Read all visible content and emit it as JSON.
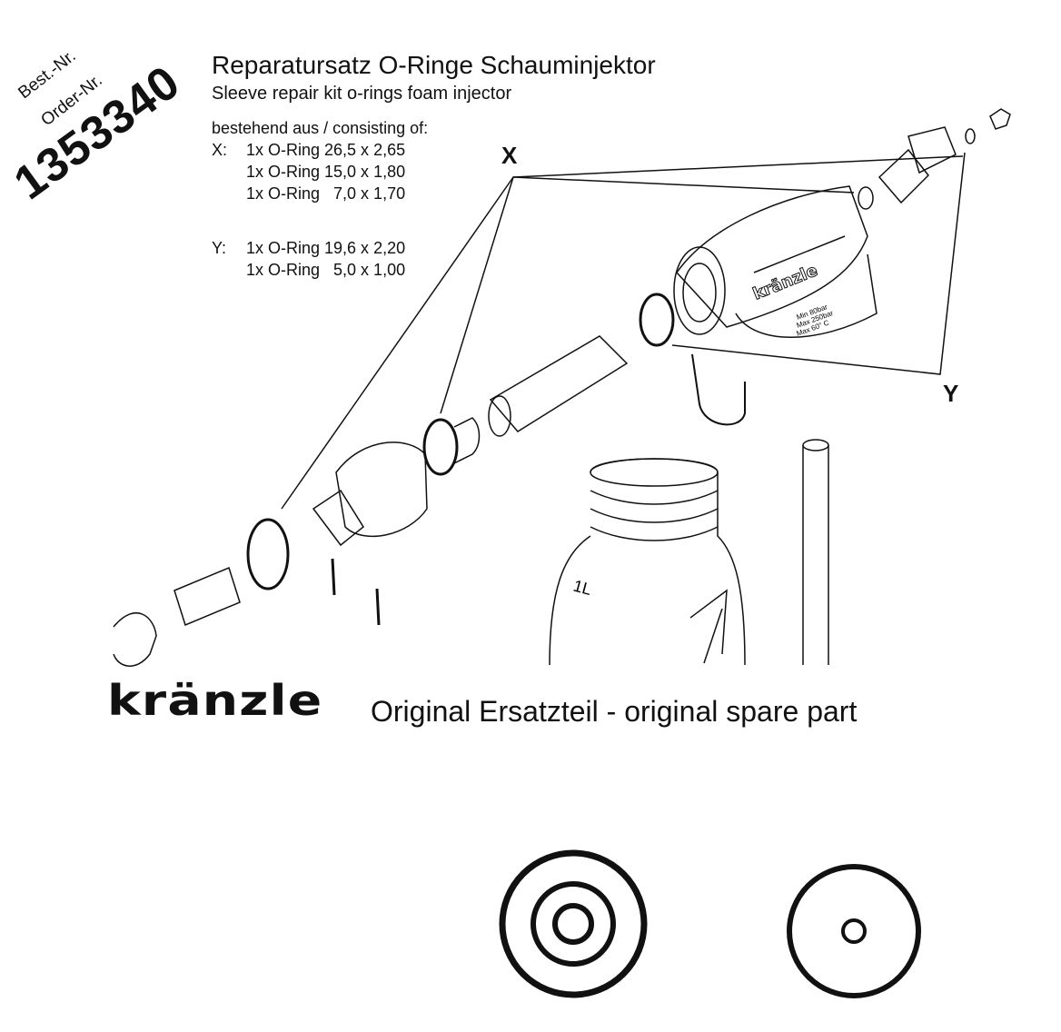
{
  "header": {
    "title": "Reparatursatz O-Ringe Schauminjektor",
    "subtitle": "Sleeve repair kit o-rings foam injector",
    "consisting": "bestehend aus / consisting of:"
  },
  "order": {
    "best_label": "Best.-Nr.",
    "order_label": "Order-Nr.",
    "number": "1353340"
  },
  "groups": [
    {
      "tag": "X:",
      "items": [
        "1x O-Ring 26,5 x 2,65",
        "1x O-Ring 15,0 x 1,80",
        "1x O-Ring   7,0 x 1,70"
      ]
    },
    {
      "tag": "Y:",
      "items": [
        "1x O-Ring 19,6 x 2,20",
        "1x O-Ring   5,0 x 1,00"
      ]
    }
  ],
  "diagram": {
    "label_x": "X",
    "label_y": "Y",
    "bottle_mark": "1L",
    "part_brand": "kränzle",
    "part_text": [
      "Min 80bar",
      "Max 250bar",
      "Max 60° C"
    ]
  },
  "footer": {
    "logo": "kränzle",
    "tagline": "Original Ersatzteil - original spare part"
  }
}
